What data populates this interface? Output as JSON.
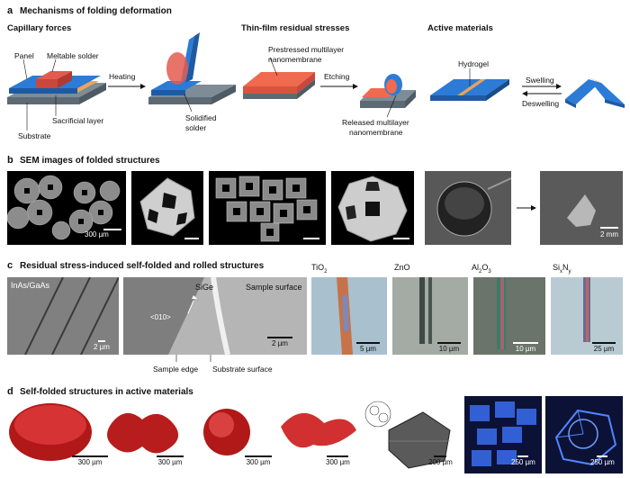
{
  "a": {
    "letter": "a",
    "title": "Mechanisms of folding deformation",
    "capillary": {
      "heading": "Capillary forces",
      "panel": "Panel",
      "meltable_solder": "Meltable solder",
      "heating": "Heating",
      "sacrificial_layer": "Sacrificial layer",
      "substrate": "Substrate",
      "solidified_solder_1": "Solidified",
      "solidified_solder_2": "solder"
    },
    "thinfilm": {
      "heading": "Thin-film residual stresses",
      "prestressed_1": "Prestressed multilayer",
      "prestressed_2": "nanomembrane",
      "etching": "Etching",
      "released_1": "Released multilayer",
      "released_2": "nanomembrane"
    },
    "active": {
      "heading": "Active materials",
      "hydrogel": "Hydrogel",
      "swelling": "Swelling",
      "deswelling": "Deswelling"
    }
  },
  "b": {
    "letter": "b",
    "title": "SEM images of folded structures",
    "scale_1": "300 µm",
    "scale_2": "2 mm"
  },
  "c": {
    "letter": "c",
    "title": "Residual stress-induced self-folded and rolled structures",
    "inas_gaas": "InAs/GaAs",
    "scale_inas": "2 µm",
    "sige": "SiGe",
    "sample_surface": "Sample surface",
    "direction": "<010>",
    "scale_sige": "2 µm",
    "sample_edge": "Sample edge",
    "substrate_surface": "Substrate surface",
    "mat_tio2": "TiO",
    "mat_tio2_sub": "2",
    "mat_zno": "ZnO",
    "mat_al2o3_a": "Al",
    "mat_al2o3_s1": "2",
    "mat_al2o3_b": "O",
    "mat_al2o3_s2": "3",
    "mat_sinx_a": "Si",
    "mat_sinx_s1": "x",
    "mat_sinx_b": "N",
    "mat_sinx_s2": "y",
    "scale_tio2": "5 µm",
    "scale_zno": "10 µm",
    "scale_al2o3": "10 µm",
    "scale_sinx": "25 µm"
  },
  "d": {
    "letter": "d",
    "title": "Self-folded structures in active materials",
    "scale_1": "300 µm",
    "scale_2": "300 µm",
    "scale_3": "300 µm",
    "scale_4": "300 µm",
    "scale_5": "200 µm",
    "scale_6": "250 µm",
    "scale_7": "250 µm"
  }
}
